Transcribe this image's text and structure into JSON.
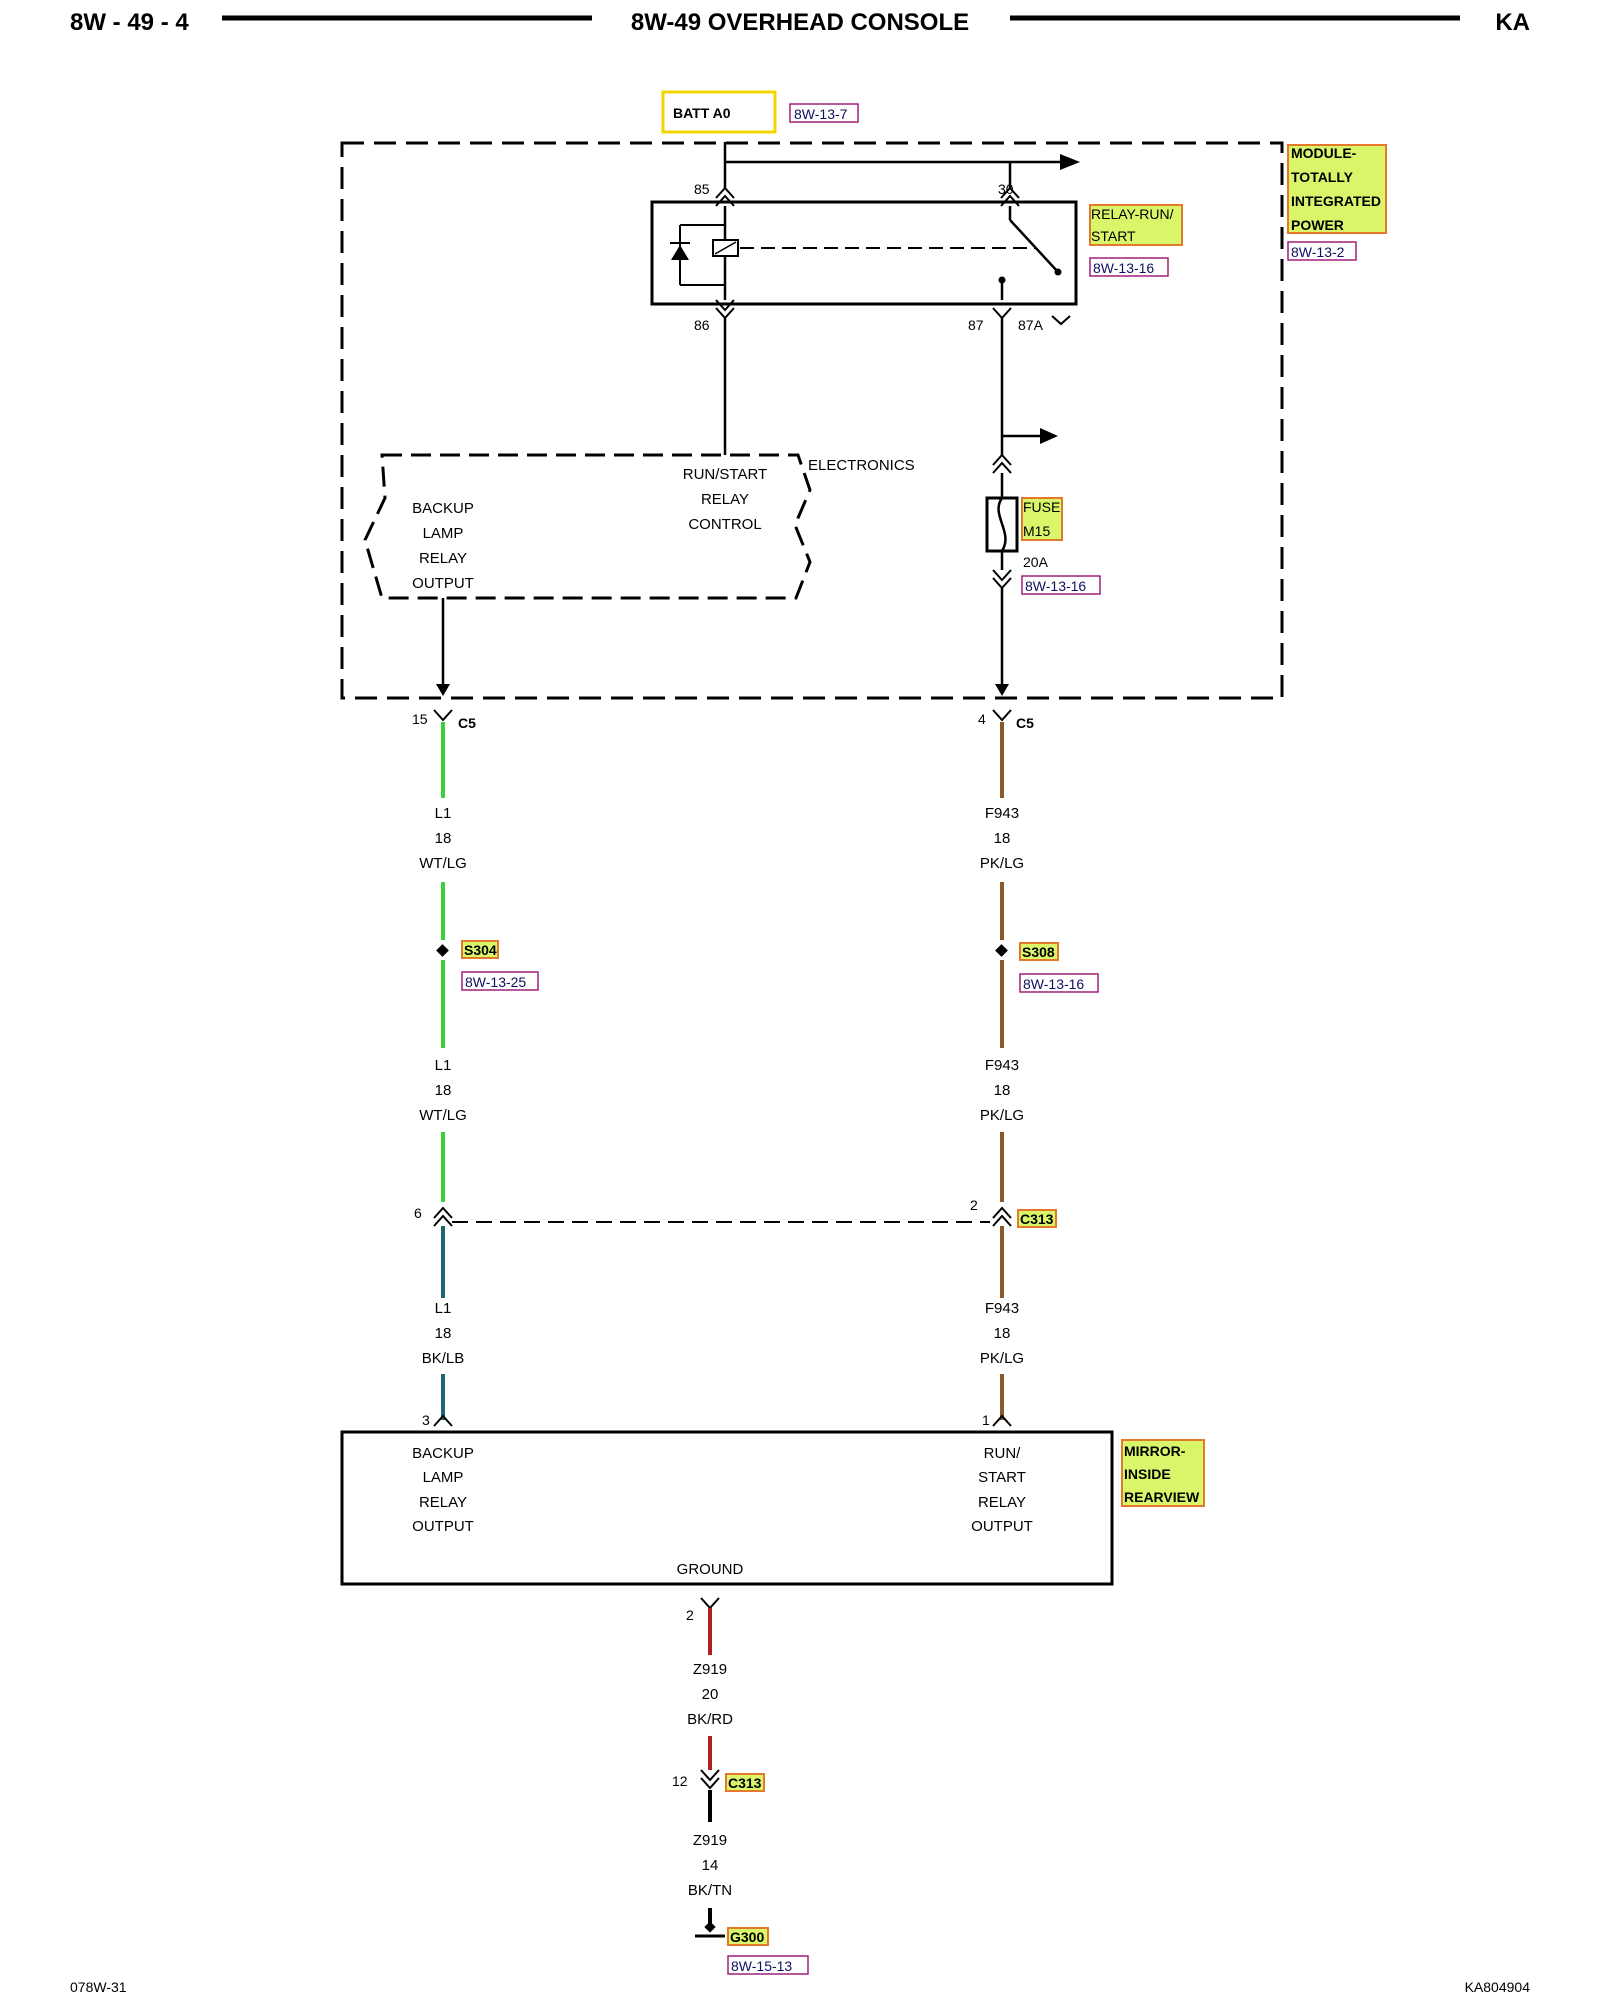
{
  "header": {
    "page_id": "8W - 49 - 4",
    "title": "8W-49 OVERHEAD CONSOLE",
    "model": "KA"
  },
  "footer": {
    "left": "078W-31",
    "right": "KA804904"
  },
  "batt": {
    "label": "BATT A0",
    "ref": "8W-13-7"
  },
  "module": {
    "name_lines": [
      "MODULE-",
      "TOTALLY",
      "INTEGRATED",
      "POWER"
    ],
    "ref": "8W-13-2"
  },
  "relay": {
    "name_lines": [
      "RELAY-RUN/",
      "START"
    ],
    "ref": "8W-13-16",
    "pin_85": "85",
    "pin_30": "30",
    "pin_86": "86",
    "pin_87": "87",
    "pin_87a": "87A"
  },
  "electronics": {
    "label": "ELECTRONICS",
    "left_lines": [
      "BACKUP",
      "LAMP",
      "RELAY",
      "OUTPUT"
    ],
    "right_lines": [
      "RUN/START",
      "RELAY",
      "CONTROL"
    ]
  },
  "fuse": {
    "name_lines": [
      "FUSE",
      "M15"
    ],
    "rating": "20A",
    "ref": "8W-13-16"
  },
  "connectors": {
    "c5_left_pin": "15",
    "c5_right_pin": "4",
    "c5": "C5",
    "c313": "C313",
    "c313_left_pin": "6",
    "c313_right_pin": "2",
    "c313_ground_pin": "12"
  },
  "wires": {
    "left_1": [
      "L1",
      "18",
      "WT/LG"
    ],
    "left_2": [
      "L1",
      "18",
      "WT/LG"
    ],
    "left_3": [
      "L1",
      "18",
      "BK/LB"
    ],
    "right_1": [
      "F943",
      "18",
      "PK/LG"
    ],
    "right_2": [
      "F943",
      "18",
      "PK/LG"
    ],
    "right_3": [
      "F943",
      "18",
      "PK/LG"
    ],
    "ground_1": [
      "Z919",
      "20",
      "BK/RD"
    ],
    "ground_2": [
      "Z919",
      "14",
      "BK/TN"
    ]
  },
  "splices": {
    "s304": "S304",
    "s304_ref": "8W-13-25",
    "s308": "S308",
    "s308_ref": "8W-13-16"
  },
  "mirror": {
    "name_lines": [
      "MIRROR-",
      "INSIDE",
      "REARVIEW"
    ],
    "pin_left": "3",
    "pin_right": "1",
    "pin_ground": "2",
    "left_lines": [
      "BACKUP",
      "LAMP",
      "RELAY",
      "OUTPUT"
    ],
    "right_lines": [
      "RUN/",
      "START",
      "RELAY",
      "OUTPUT"
    ],
    "ground_label": "GROUND"
  },
  "ground": {
    "label": "G300",
    "ref": "8W-15-13"
  },
  "colors": {
    "green": "#39d23a",
    "brown": "#8a5a2a",
    "black": "#000000",
    "red": "#b02020"
  }
}
